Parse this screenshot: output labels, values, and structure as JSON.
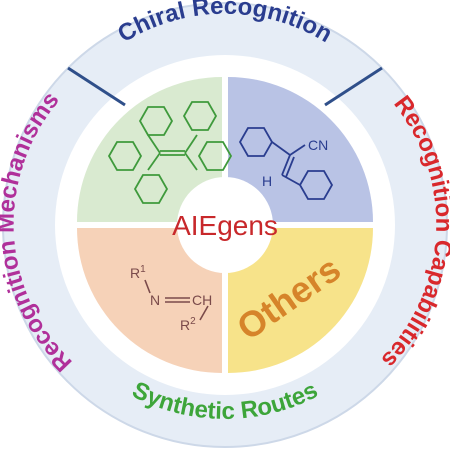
{
  "ring": {
    "top": "Chiral Recognition",
    "left": "Recognition Mechanisms",
    "right": "Recognition Capabilities",
    "bottom": "Synthetic Routes"
  },
  "center": {
    "title": "AIEgens",
    "others": "Others"
  },
  "chem": {
    "cn": "CN",
    "h": "H",
    "r": "R",
    "one": "1",
    "two": "2",
    "n_eq": "N",
    "ch": "CH"
  },
  "colors": {
    "outer_ring": "#e6edf6",
    "ring_border": "#cdd8e8",
    "divider": "#2f4f8a",
    "chiral": "#2a3d8f",
    "mechanisms": "#b0309a",
    "capabilities": "#d9282c",
    "routes": "#3da53a",
    "q_green": "#d9ead0",
    "q_blue": "#b9c3e5",
    "q_peach": "#f6d2b8",
    "q_yellow": "#f7e38a",
    "aiegens": "#c8282b",
    "others": "#d6842a",
    "tpe": "#3f9a3c",
    "stilbene": "#2a3d8f",
    "imine": "#7a4a4a"
  }
}
